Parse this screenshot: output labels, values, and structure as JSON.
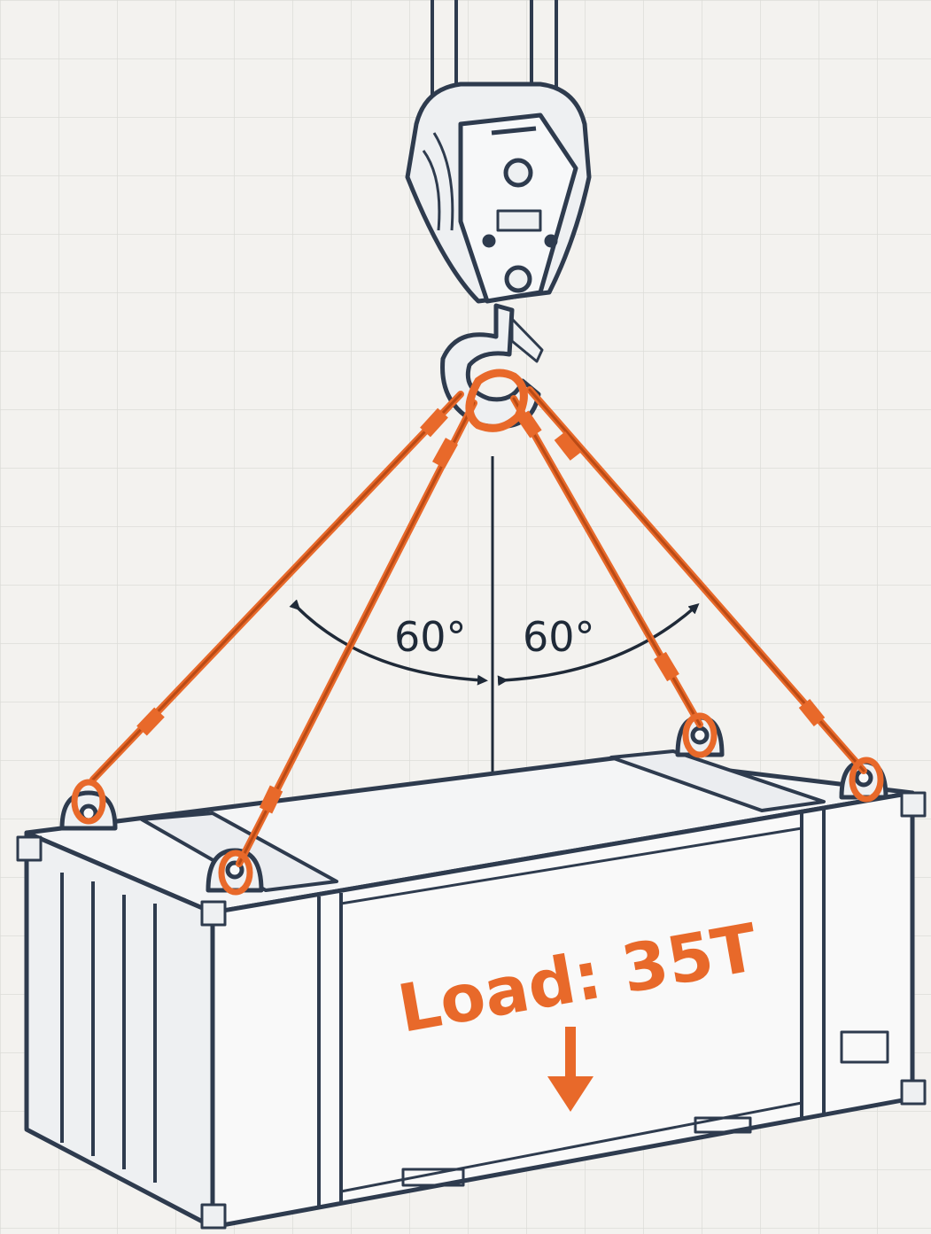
{
  "diagram": {
    "angle_left": "60°",
    "angle_right": "60°",
    "load_label": "Load: 35T"
  },
  "colors": {
    "background": "#f3f2ef",
    "grid": "#dcdcd8",
    "ink": "#2e3b4e",
    "sling": "#e8692a",
    "hook_fill": "#eef0f2"
  },
  "icons": {
    "hook": "crane-hook-icon",
    "load_arrow": "down-arrow-icon"
  }
}
